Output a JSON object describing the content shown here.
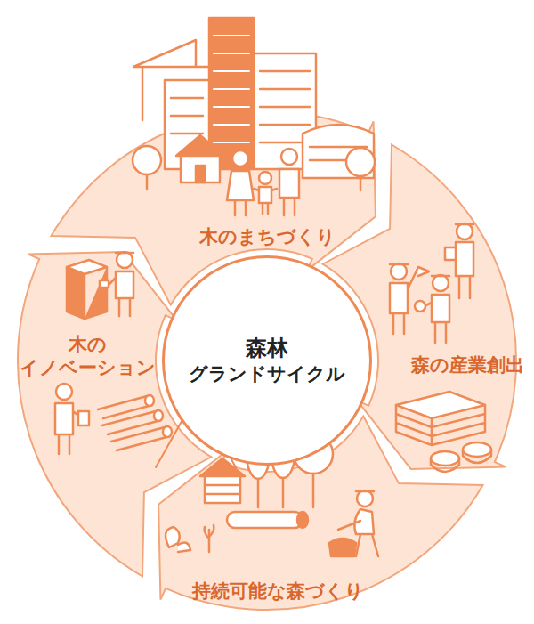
{
  "diagram": {
    "nodes": [
      {
        "text": [
          "森林",
          "グランドサイクル"
        ]
      },
      {
        "text": [
          "木のまちづくり"
        ]
      },
      {
        "text": [
          "森の産業創出"
        ]
      },
      {
        "text": [
          "持続可能な森づくり"
        ]
      },
      {
        "text": [
          "木の イノベーション"
        ]
      }
    ]
  }
}
